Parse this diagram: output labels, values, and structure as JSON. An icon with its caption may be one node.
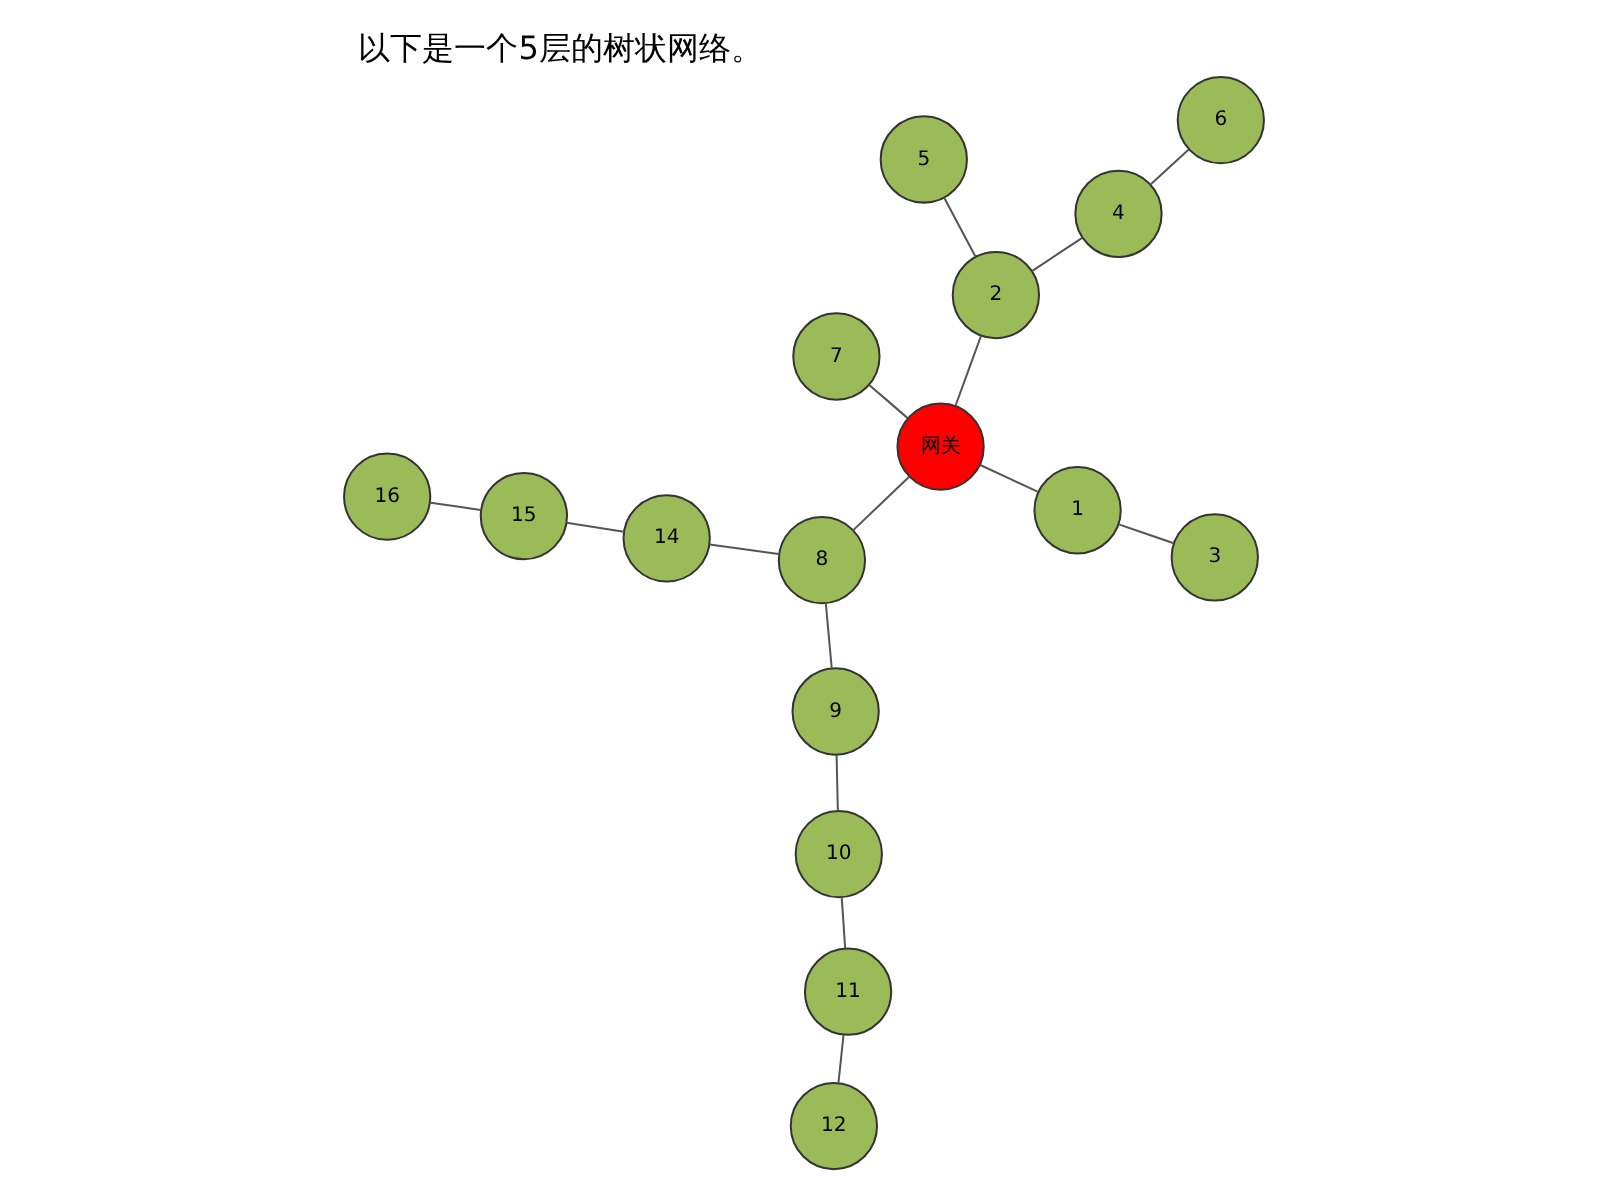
{
  "diagram": {
    "title": "以下是一个5层的树状网络。",
    "nodes": [
      {
        "text": [
          "16"
        ]
      },
      {
        "text": [
          "15"
        ]
      },
      {
        "text": [
          "14"
        ]
      },
      {
        "text": [
          "7"
        ]
      },
      {
        "text": [
          "8"
        ]
      },
      {
        "text": [
          "9"
        ]
      },
      {
        "text": [
          "10"
        ]
      },
      {
        "text": [
          "11"
        ]
      },
      {
        "text": [
          "12"
        ]
      },
      {
        "text": [
          "网关"
        ]
      },
      {
        "text": [
          "1"
        ]
      },
      {
        "text": [
          "2"
        ]
      },
      {
        "text": [
          "3"
        ]
      },
      {
        "text": [
          "4"
        ]
      },
      {
        "text": [
          "5"
        ]
      },
      {
        "text": [
          "6"
        ]
      }
    ],
    "edges": [
      {
        "from": 1,
        "to": 0,
        "arrow": "none"
      },
      {
        "from": 2,
        "to": 1,
        "arrow": "none"
      },
      {
        "from": 4,
        "to": 2,
        "arrow": "none"
      },
      {
        "from": 9,
        "to": 3,
        "arrow": "none"
      },
      {
        "from": 9,
        "to": 4,
        "arrow": "none"
      },
      {
        "from": 4,
        "to": 5,
        "arrow": "none"
      },
      {
        "from": 5,
        "to": 6,
        "arrow": "none"
      },
      {
        "from": 6,
        "to": 7,
        "arrow": "none"
      },
      {
        "from": 7,
        "to": 8,
        "arrow": "none"
      },
      {
        "from": 9,
        "to": 10,
        "arrow": "none"
      },
      {
        "from": 9,
        "to": 11,
        "arrow": "none"
      },
      {
        "from": 10,
        "to": 12,
        "arrow": "none"
      },
      {
        "from": 11,
        "to": 13,
        "arrow": "none"
      },
      {
        "from": 11,
        "to": 14,
        "arrow": "none"
      },
      {
        "from": 13,
        "to": 15,
        "arrow": "none"
      }
    ]
  }
}
